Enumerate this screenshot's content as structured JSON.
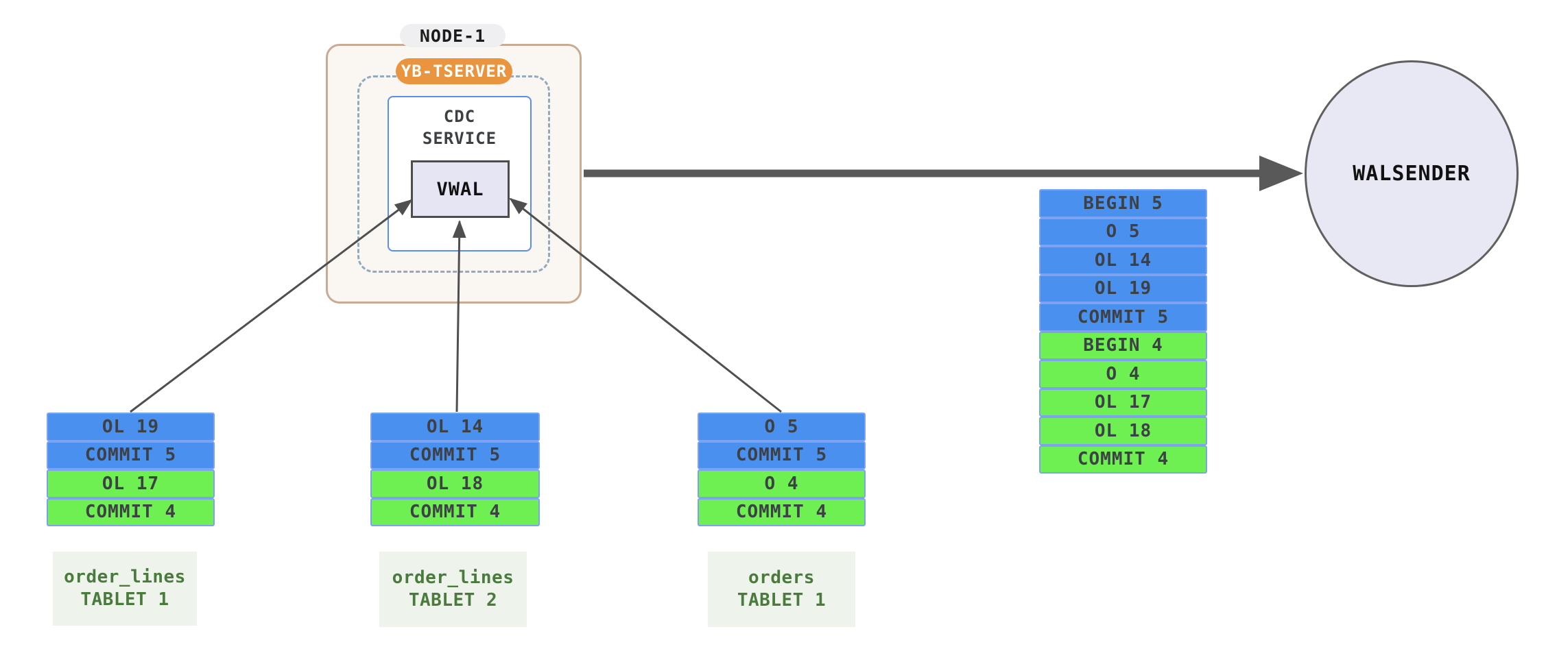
{
  "node": {
    "label": "NODE-1",
    "tserver_label": "YB-TSERVER",
    "cdc_service": {
      "line1": "CDC",
      "line2": "SERVICE"
    },
    "vwal_label": "VWAL"
  },
  "walsender": {
    "label": "WALSENDER"
  },
  "stream_stack": {
    "rows": [
      {
        "label": "BEGIN 5",
        "color": "blue"
      },
      {
        "label": "O 5",
        "color": "blue"
      },
      {
        "label": "OL 14",
        "color": "blue"
      },
      {
        "label": "OL 19",
        "color": "blue"
      },
      {
        "label": "COMMIT 5",
        "color": "blue"
      },
      {
        "label": "BEGIN 4",
        "color": "green"
      },
      {
        "label": "O 4",
        "color": "green"
      },
      {
        "label": "OL 17",
        "color": "green"
      },
      {
        "label": "OL 18",
        "color": "green"
      },
      {
        "label": "COMMIT 4",
        "color": "green"
      }
    ]
  },
  "tablets": [
    {
      "name_line1": "order_lines",
      "name_line2": "TABLET 1",
      "rows": [
        {
          "label": "OL 19",
          "color": "blue"
        },
        {
          "label": "COMMIT 5",
          "color": "blue"
        },
        {
          "label": "OL 17",
          "color": "green"
        },
        {
          "label": "COMMIT 4",
          "color": "green"
        }
      ]
    },
    {
      "name_line1": "order_lines",
      "name_line2": "TABLET 2",
      "rows": [
        {
          "label": "OL 14",
          "color": "blue"
        },
        {
          "label": "COMMIT 5",
          "color": "blue"
        },
        {
          "label": "OL 18",
          "color": "green"
        },
        {
          "label": "COMMIT 4",
          "color": "green"
        }
      ]
    },
    {
      "name_line1": "orders",
      "name_line2": "TABLET 1",
      "rows": [
        {
          "label": "O 5",
          "color": "blue"
        },
        {
          "label": "COMMIT 5",
          "color": "blue"
        },
        {
          "label": "O 4",
          "color": "green"
        },
        {
          "label": "COMMIT 4",
          "color": "green"
        }
      ]
    }
  ],
  "colors": {
    "blue_row": "#4a90ee",
    "green_row": "#6ef052",
    "row_border": "#7da2f2",
    "row_text": "#3d4145",
    "node_border": "#c9ab93",
    "node_bg": "#faf7f3",
    "node_pill_bg": "#efeef0",
    "node_pill_text": "#1c1c1c",
    "tserver_bg": "#e9953f",
    "tserver_text": "#ffffff",
    "dashed_border": "#93aabe",
    "cdc_border": "#5b8cf1",
    "cdc_text": "#3c4043",
    "vwal_bg": "#e6e5f3",
    "vwal_border": "#4d4d4d",
    "vwal_text": "#111111",
    "circle_bg": "#e8e7f4",
    "circle_border": "#606060",
    "circle_text": "#111111",
    "label_bg": "#eef4ec",
    "label_text": "#4a7a3c",
    "arrow": "#4f4f4f",
    "thick_arrow": "#595959"
  }
}
